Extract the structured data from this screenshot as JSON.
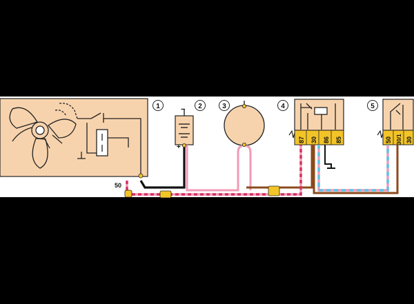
{
  "diagram": {
    "component_numbers": [
      "1",
      "2",
      "3",
      "4",
      "5"
    ],
    "terminal_50": "50",
    "battery_minus": "−",
    "battery_plus": "+",
    "relay4_pins": [
      "87",
      "30",
      "86",
      "85"
    ],
    "relay5_pins": [
      "50",
      "30/1",
      "30"
    ],
    "colors": {
      "background": "#000000",
      "panel": "#ffffff",
      "component_fill": "#f7d3ad",
      "pin_block": "#f3c428",
      "wire_black": "#111111",
      "wire_pink": "#f09ab5",
      "wire_red_stripe": "#d63060",
      "wire_brown": "#8b4a1c",
      "wire_blue": "#5cc3e4"
    },
    "icons": [
      "numbered-circle-icon",
      "fan-icon",
      "battery-icon",
      "motor-icon",
      "relay-coil-icon",
      "switch-icon",
      "connector-icon",
      "ground-icon"
    ]
  }
}
